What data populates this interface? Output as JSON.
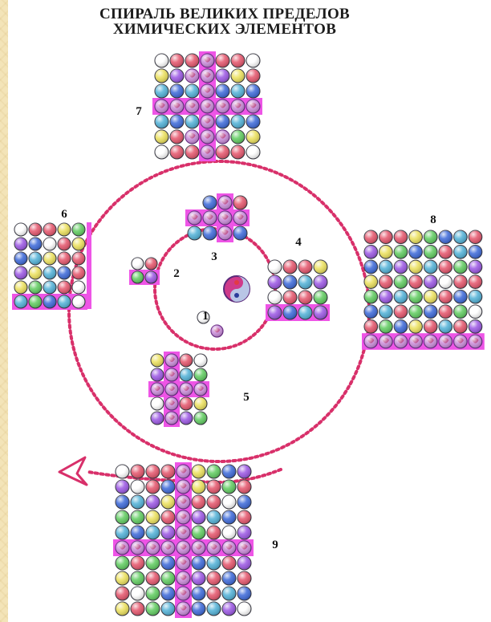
{
  "title": {
    "line1": "СПИРАЛЬ ВЕЛИКИХ ПРЕДЕЛОВ",
    "line2": "ХИМИЧЕСКИХ ЭЛЕМЕНТОВ"
  },
  "labels": [
    "1",
    "2",
    "3",
    "4",
    "5",
    "6",
    "7",
    "8",
    "9"
  ],
  "colors": {
    "spiral": "#d8306a",
    "highlight": "#ee55e6",
    "red": "#e4536a",
    "green": "#5ecb5e",
    "blue": "#3a67d8",
    "violet": "#9a55e3",
    "yellow": "#ebe05a",
    "cyan": "#4fb0d6",
    "white": "#ffffff"
  }
}
